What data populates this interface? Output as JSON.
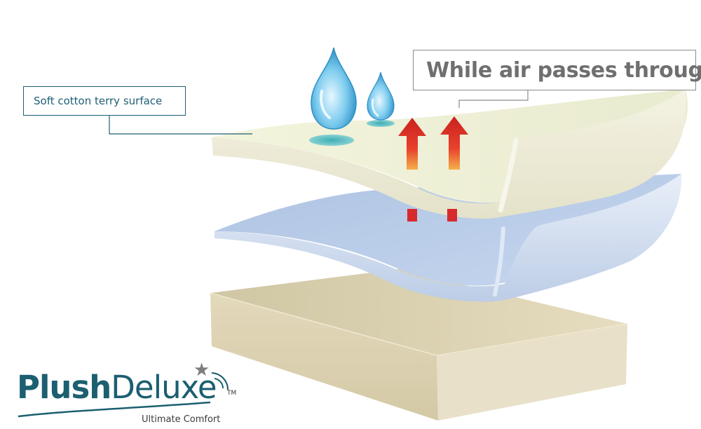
{
  "callouts": {
    "left": "Soft cotton terry surface",
    "right": "While air passes through"
  },
  "logo": {
    "brand_part1": "Plush",
    "brand_part2": "Deluxe",
    "trademark": "TM",
    "tagline": "Ultimate Comfort"
  },
  "colors": {
    "brand_teal": "#1b5f70",
    "cotton_layer": "#eef0d4",
    "membrane_layer": "#b9cde8",
    "foam_layer": "#d9cfae",
    "arrow_red": "#d9262b",
    "water_drop": "#5bb7e0"
  },
  "icons": {
    "drops": "water-drop-icon",
    "arrows": "arrow-up-icon",
    "star": "star-icon"
  }
}
